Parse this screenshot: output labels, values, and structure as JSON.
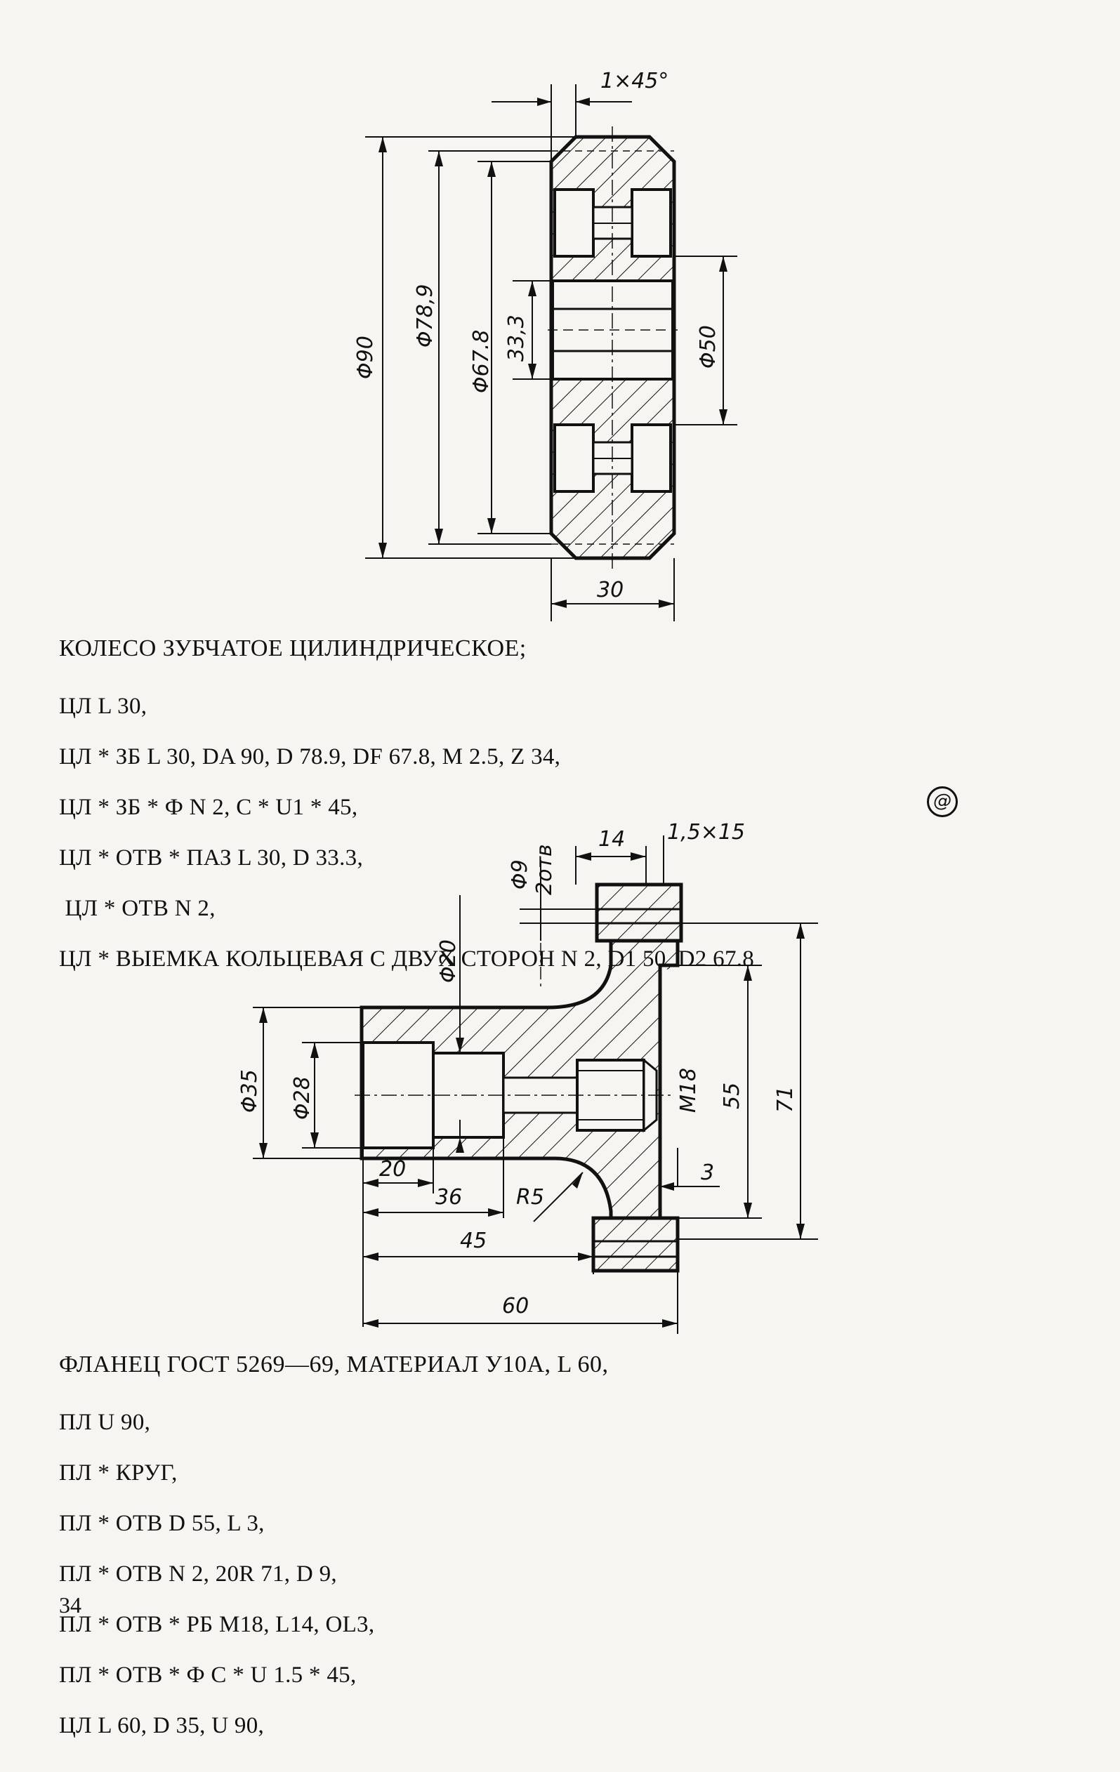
{
  "gear": {
    "dims": {
      "chamfer": "1×45°",
      "d90": "Φ90",
      "d78": "Φ78,9",
      "d67": "Φ67.8",
      "d33": "33,3",
      "d50": "Φ50",
      "width": "30"
    },
    "caption": "КОЛЕСО ЗУБЧАТОЕ ЦИЛИНДРИЧЕСКОЕ;",
    "lines": [
      "ЦЛ L 30,",
      "ЦЛ * ЗБ L 30, DA 90, D 78.9, DF 67.8, M 2.5, Z 34,",
      "ЦЛ * ЗБ * Ф N 2, C * U1 * 45,",
      "ЦЛ * ОТВ * ПАЗ L 30, D 33.3,",
      " ЦЛ * ОТВ N 2,",
      "ЦЛ * ВЫЕМКА КОЛЬЦЕВАЯ С ДВУХ СТОРОН N 2, D1 50, D2 67.8"
    ]
  },
  "flange": {
    "dims": {
      "d9": "Φ9",
      "holes": "2отв",
      "l14": "14",
      "chamfer": "1,5×15",
      "d20": "Φ20",
      "d35": "Φ35",
      "d28": "Φ28",
      "m18": "M18",
      "d55": "55",
      "d71": "71",
      "l3": "3",
      "l20": "20",
      "l36": "36",
      "r5": "R5",
      "l45": "45",
      "l60": "60"
    },
    "caption": "ФЛАНЕЦ ГОСТ 5269—69, МАТЕРИАЛ У10А, L 60,",
    "lines": [
      "ПЛ U 90,",
      "ПЛ * КРУГ,",
      "ПЛ * ОТВ D 55, L 3,",
      "ПЛ * ОТВ N 2, 20R 71, D 9,",
      "ПЛ * ОТВ * РБ M18, L14, OL3,",
      "ПЛ * ОТВ * Ф С * U 1.5 * 45,",
      "ЦЛ L 60, D 35, U 90,"
    ]
  },
  "page_number": "34"
}
